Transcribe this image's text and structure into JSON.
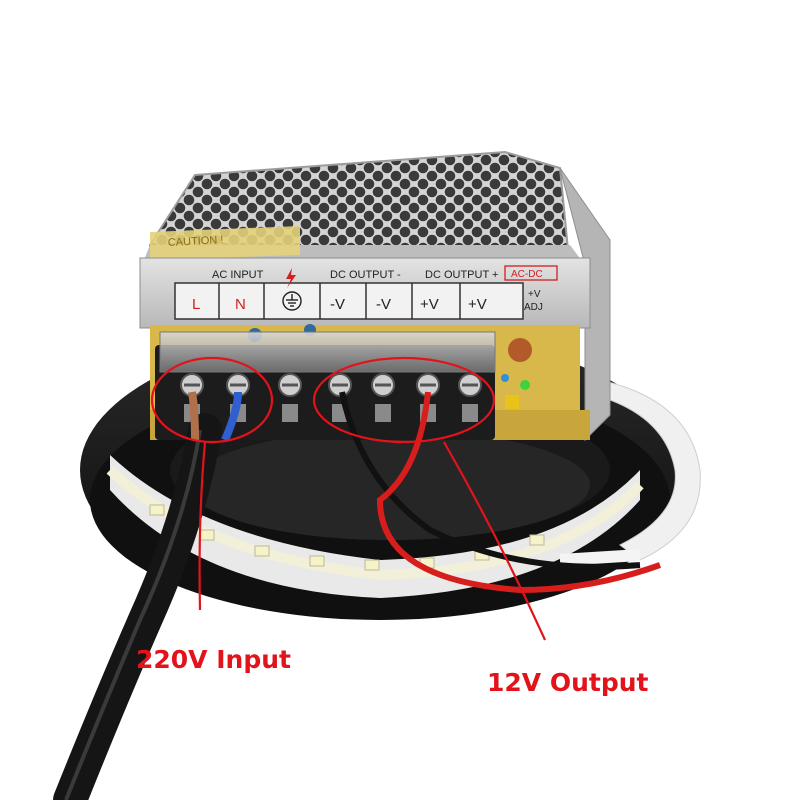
{
  "annotations": {
    "input_label": "220V Input",
    "output_label": "12V Output"
  },
  "panel": {
    "ac_input": "AC INPUT",
    "dc_output_minus": "DC OUTPUT -",
    "dc_output_plus": "DC OUTPUT +",
    "acdc_badge": "AC-DC",
    "caution": "CAUTION !",
    "terminals": [
      "L",
      "N",
      "-V",
      "-V",
      "+V",
      "+V"
    ],
    "adj_top": "+V",
    "adj_bottom": "ADJ"
  },
  "colors": {
    "annotation_red": "#e2131b",
    "chassis": "#c9c9c9",
    "terminal_block": "#1c1c1c",
    "pcb": "#d8b84a",
    "led_reel": "#151515"
  },
  "icons": [
    "ground-symbol-icon",
    "lightning-warning-icon"
  ]
}
